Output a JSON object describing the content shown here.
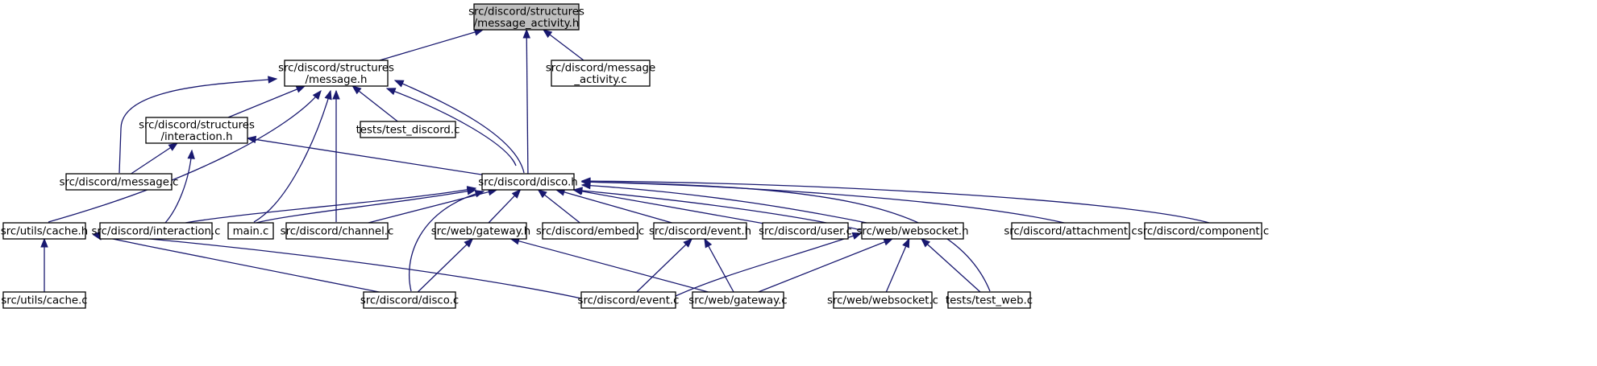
{
  "diagram": {
    "type": "include-dependency-graph",
    "colors": {
      "edge": "#191970",
      "root_fill": "#bfbfbf",
      "node_fill": "#ffffff",
      "node_border": "#000000"
    },
    "nodes": [
      {
        "id": "message_activity_h",
        "lines": [
          "src/discord/structures",
          "/message_activity.h"
        ],
        "root": true
      },
      {
        "id": "message_h",
        "lines": [
          "src/discord/structures",
          "/message.h"
        ]
      },
      {
        "id": "message_activity_c",
        "lines": [
          "src/discord/message",
          "_activity.c"
        ]
      },
      {
        "id": "interaction_h",
        "lines": [
          "src/discord/structures",
          "/interaction.h"
        ]
      },
      {
        "id": "test_discord_c",
        "lines": [
          "tests/test_discord.c"
        ]
      },
      {
        "id": "message_c",
        "lines": [
          "src/discord/message.c"
        ]
      },
      {
        "id": "disco_h",
        "lines": [
          "src/discord/disco.h"
        ]
      },
      {
        "id": "cache_h",
        "lines": [
          "src/utils/cache.h"
        ]
      },
      {
        "id": "interaction_c",
        "lines": [
          "src/discord/interaction.c"
        ]
      },
      {
        "id": "main_c",
        "lines": [
          "main.c"
        ]
      },
      {
        "id": "channel_c",
        "lines": [
          "src/discord/channel.c"
        ]
      },
      {
        "id": "gateway_h",
        "lines": [
          "src/web/gateway.h"
        ]
      },
      {
        "id": "embed_c",
        "lines": [
          "src/discord/embed.c"
        ]
      },
      {
        "id": "event_h",
        "lines": [
          "src/discord/event.h"
        ]
      },
      {
        "id": "user_c",
        "lines": [
          "src/discord/user.c"
        ]
      },
      {
        "id": "websocket_h",
        "lines": [
          "src/web/websocket.h"
        ]
      },
      {
        "id": "attachment_c",
        "lines": [
          "src/discord/attachment.c"
        ]
      },
      {
        "id": "component_c",
        "lines": [
          "src/discord/component.c"
        ]
      },
      {
        "id": "cache_c",
        "lines": [
          "src/utils/cache.c"
        ]
      },
      {
        "id": "disco_c",
        "lines": [
          "src/discord/disco.c"
        ]
      },
      {
        "id": "event_c",
        "lines": [
          "src/discord/event.c"
        ]
      },
      {
        "id": "gateway_c",
        "lines": [
          "src/web/gateway.c"
        ]
      },
      {
        "id": "websocket_c",
        "lines": [
          "src/web/websocket.c"
        ]
      },
      {
        "id": "test_web_c",
        "lines": [
          "tests/test_web.c"
        ]
      }
    ],
    "edges": [
      {
        "from": "message_activity_h",
        "to": "message_h"
      },
      {
        "from": "message_activity_h",
        "to": "message_activity_c"
      },
      {
        "from": "message_activity_h",
        "to": "disco_h"
      },
      {
        "from": "message_h",
        "to": "interaction_h"
      },
      {
        "from": "message_h",
        "to": "test_discord_c"
      },
      {
        "from": "message_h",
        "to": "message_c"
      },
      {
        "from": "message_h",
        "to": "disco_h"
      },
      {
        "from": "message_h",
        "to": "cache_h"
      },
      {
        "from": "message_h",
        "to": "main_c"
      },
      {
        "from": "message_h",
        "to": "channel_c"
      },
      {
        "from": "interaction_h",
        "to": "message_c"
      },
      {
        "from": "interaction_h",
        "to": "disco_h"
      },
      {
        "from": "interaction_h",
        "to": "interaction_c"
      },
      {
        "from": "disco_h",
        "to": "message_h"
      },
      {
        "from": "disco_h",
        "to": "interaction_c"
      },
      {
        "from": "disco_h",
        "to": "main_c"
      },
      {
        "from": "disco_h",
        "to": "channel_c"
      },
      {
        "from": "disco_h",
        "to": "gateway_h"
      },
      {
        "from": "disco_h",
        "to": "embed_c"
      },
      {
        "from": "disco_h",
        "to": "event_h"
      },
      {
        "from": "disco_h",
        "to": "user_c"
      },
      {
        "from": "disco_h",
        "to": "websocket_h"
      },
      {
        "from": "disco_h",
        "to": "attachment_c"
      },
      {
        "from": "disco_h",
        "to": "component_c"
      },
      {
        "from": "disco_h",
        "to": "disco_c"
      },
      {
        "from": "disco_h",
        "to": "test_web_c"
      },
      {
        "from": "cache_h",
        "to": "cache_c"
      },
      {
        "from": "cache_h",
        "to": "disco_c"
      },
      {
        "from": "cache_h",
        "to": "event_c"
      },
      {
        "from": "gateway_h",
        "to": "disco_c"
      },
      {
        "from": "gateway_h",
        "to": "gateway_c"
      },
      {
        "from": "event_h",
        "to": "event_c"
      },
      {
        "from": "event_h",
        "to": "gateway_c"
      },
      {
        "from": "websocket_h",
        "to": "disco_h"
      },
      {
        "from": "websocket_h",
        "to": "event_c"
      },
      {
        "from": "websocket_h",
        "to": "gateway_c"
      },
      {
        "from": "websocket_h",
        "to": "websocket_c"
      },
      {
        "from": "websocket_h",
        "to": "test_web_c"
      }
    ]
  }
}
